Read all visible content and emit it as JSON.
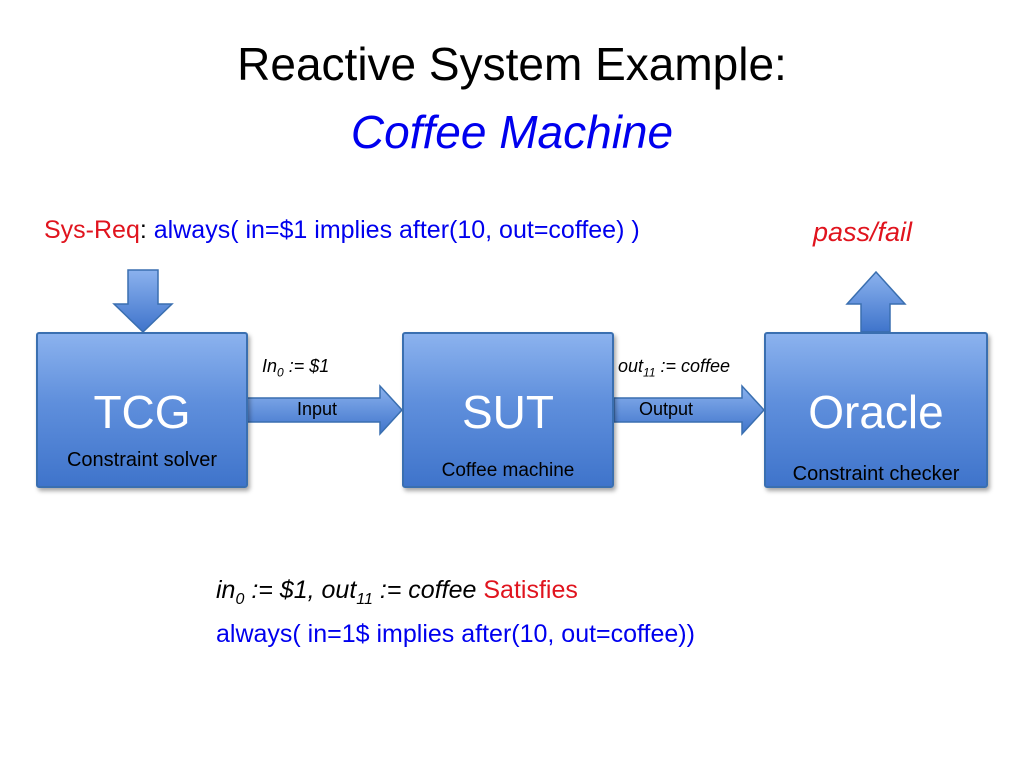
{
  "title": {
    "line1": "Reactive System Example:",
    "line2": "Coffee Machine"
  },
  "sys_req": {
    "label": "Sys-Req",
    "separator": ":",
    "formula": " always( in=$1 implies after(10, out=coffee) )"
  },
  "pass_fail": "pass/fail",
  "boxes": {
    "tcg": {
      "label": "TCG",
      "sub": "Constraint solver"
    },
    "sut": {
      "label": "SUT",
      "sub": "Coffee machine"
    },
    "oracle": {
      "label": "Oracle",
      "sub": "Constraint checker"
    }
  },
  "flows": {
    "input": {
      "assign_var": "In",
      "assign_sub": "0",
      "assign_val": " := $1",
      "label": "Input"
    },
    "output": {
      "assign_var": "out",
      "assign_sub": "11",
      "assign_val": " := coffee",
      "label": "Output"
    }
  },
  "result": {
    "part1_var": "in",
    "part1_sub": "0",
    "part1_mid": " := $1, out",
    "part1_sub2": "11",
    "part1_end": " := coffee ",
    "satisfies": "Satisfies",
    "line2": "always( in=1$ implies after(10, out=coffee))"
  },
  "colors": {
    "blue_text": "#0000ee",
    "red_text": "#e0141e",
    "box_border": "#3a6fb0",
    "arrow_fill": "#5b8fd8"
  }
}
